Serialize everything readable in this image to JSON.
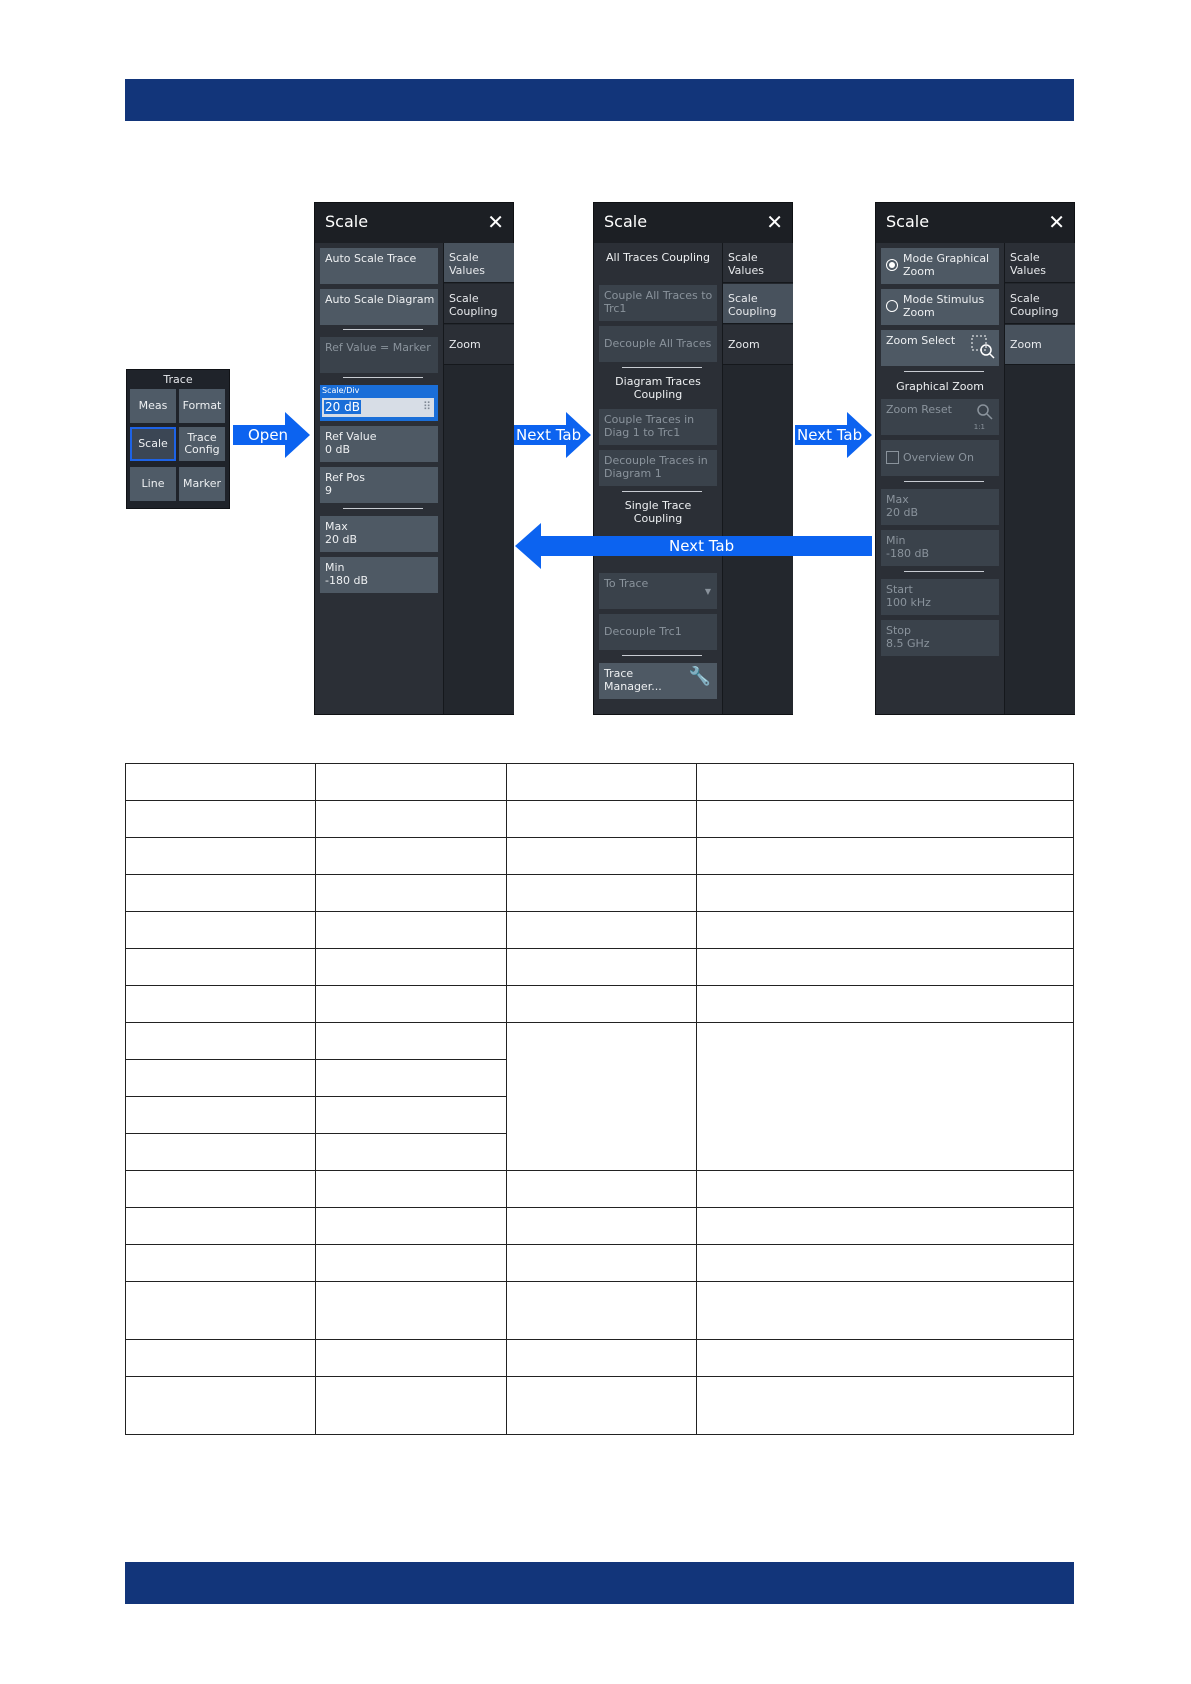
{
  "keypad": {
    "title": "Trace",
    "buttons": [
      "Meas",
      "Format",
      "Scale",
      "Trace Config",
      "Line",
      "Marker"
    ]
  },
  "arrows": {
    "open": "Open",
    "next_tab_1": "Next Tab",
    "next_tab_2": "Next Tab",
    "next_tab_back": "Next Tab"
  },
  "panel1": {
    "title": "Scale",
    "close": "✕",
    "tabs": [
      "Scale Values",
      "Scale Coupling",
      "Zoom"
    ],
    "auto_scale_trace": "Auto Scale Trace",
    "auto_scale_diagram": "Auto Scale Diagram",
    "ref_value_marker": "Ref Value = Marker",
    "scale_div_label": "Scale/Div",
    "scale_div_value": "20 dB",
    "ref_value": "Ref Value",
    "ref_value_val": "0 dB",
    "ref_pos": "Ref Pos",
    "ref_pos_val": "9",
    "max": "Max",
    "max_val": "20 dB",
    "min": "Min",
    "min_val": "-180 dB"
  },
  "panel2": {
    "title": "Scale",
    "close": "✕",
    "tabs": [
      "Scale Values",
      "Scale Coupling",
      "Zoom"
    ],
    "all_traces_coupling": "All Traces Coupling",
    "couple_all_traces": "Couple All Traces to Trc1",
    "decouple_all_traces": "Decouple All Traces",
    "diagram_traces_coupling": "Diagram Traces Coupling",
    "couple_traces_diag": "Couple Traces in Diag 1 to Trc1",
    "decouple_traces_diag": "Decouple Traces in Diagram 1",
    "single_trace_coupling": "Single Trace Coupling",
    "to_trace": "To Trace",
    "decouple_trc1": "Decouple Trc1",
    "trace_manager": "Trace Manager..."
  },
  "panel3": {
    "title": "Scale",
    "close": "✕",
    "tabs": [
      "Scale Values",
      "Scale Coupling",
      "Zoom"
    ],
    "mode_graphical": "Mode Graphical Zoom",
    "mode_stimulus": "Mode Stimulus Zoom",
    "zoom_select": "Zoom Select",
    "graphical_zoom": "Graphical Zoom",
    "zoom_reset": "Zoom Reset",
    "zoom_reset_badge": "1:1",
    "overview_on": "Overview On",
    "max": "Max",
    "max_val": "20 dB",
    "min": "Min",
    "min_val": "-180 dB",
    "start": "Start",
    "start_val": "100 kHz",
    "stop": "Stop",
    "stop_val": "8.5 GHz"
  },
  "colors": {
    "band": "#12357a",
    "arrow": "#0c63f0",
    "panel": "#2b2f36",
    "button": "#4e5964"
  }
}
